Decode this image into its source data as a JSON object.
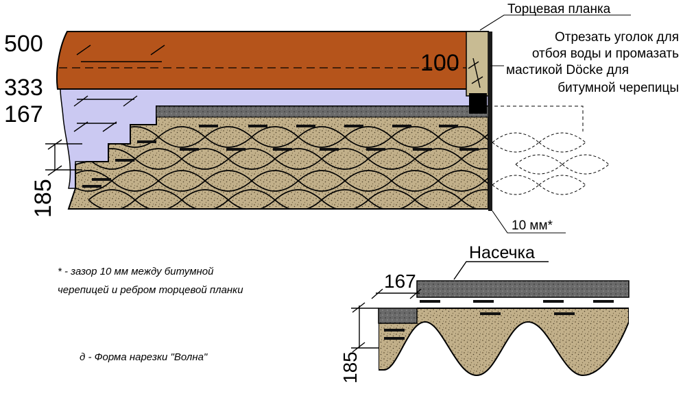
{
  "dimensions": {
    "d500": "500",
    "d333": "333",
    "d167": "167",
    "d185": "185",
    "d100": "100",
    "d167_detail": "167",
    "d185_detail": "185"
  },
  "labels": {
    "end_plank": "Торцевая планка",
    "cut_corner_1": "Отрезать уголок для",
    "cut_corner_2": "отбоя воды и промазать",
    "cut_corner_3": "мастикой Döcke для",
    "cut_corner_4": "битумной черепицы",
    "gap": "10 мм*",
    "notch": "Насечка"
  },
  "notes": {
    "footnote_1": "* - зазор 10 мм между битумной",
    "footnote_2": "черепицей и ребром торцевой планки",
    "caption": "д - Форма нарезки \"Волна\""
  },
  "colors": {
    "board": "#b5541b",
    "underlay": "#cbc9f2",
    "shingle": "#c2b08a",
    "shingle_dark": "#5a5a5a",
    "plank": "#c8bb93"
  }
}
